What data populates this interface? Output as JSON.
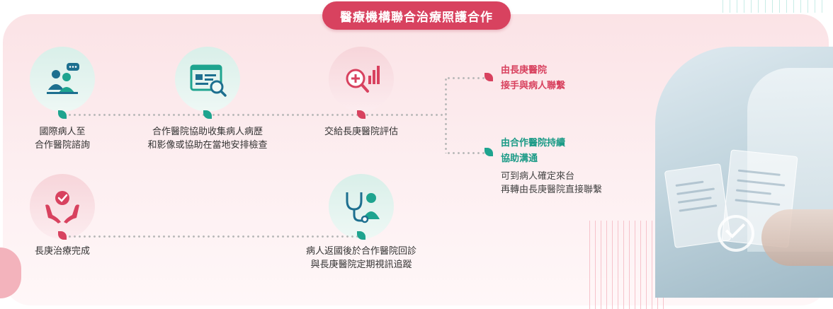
{
  "title": "醫療機構聯合治療照護合作",
  "steps": {
    "consult": {
      "label_line1": "國際病人至",
      "label_line2": "合作醫院諮詢",
      "icon": "consultation-icon"
    },
    "collect": {
      "label_line1": "合作醫院協助收集病人病歷",
      "label_line2": "和影像或協助在當地安排檢查",
      "icon": "medical-record-search-icon"
    },
    "evaluate": {
      "label": "交給長庚醫院評估",
      "icon": "analysis-chart-icon"
    },
    "complete": {
      "label": "長庚治療完成",
      "icon": "care-hands-icon"
    },
    "followup": {
      "label_line1": "病人返國後於合作醫院回診",
      "label_line2": "與長庚醫院定期視訊追蹤",
      "icon": "stethoscope-doctor-icon"
    }
  },
  "branches": {
    "chang_gung": {
      "line1": "由長庚醫院",
      "line2": "接手與病人聯繫"
    },
    "partner": {
      "line1": "由合作醫院持續",
      "line2": "協助溝通",
      "note_line1": "可到病人確定來台",
      "note_line2": "再轉由長庚醫院直接聯繫"
    }
  },
  "colors": {
    "pink": "#d8425f",
    "teal": "#1ea48f",
    "panel": "#fbe3e6"
  }
}
